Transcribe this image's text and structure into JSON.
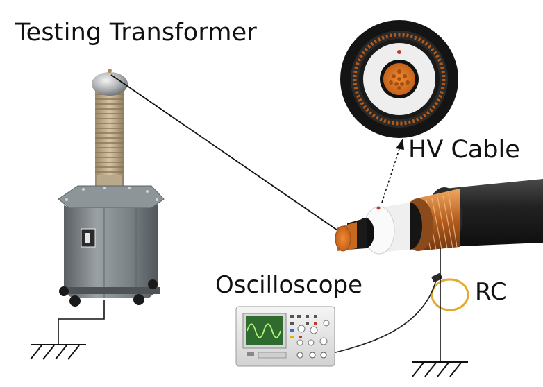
{
  "labels": {
    "transformer": "Testing Transformer",
    "hv_cable": "HV Cable",
    "oscilloscope": "Oscilloscope",
    "rc": "RC"
  },
  "colors": {
    "copper": "#d97a2b",
    "transformer_body": "#7b8286",
    "bushing": "#c2ad8c",
    "cable_jacket": "#1c1c1c",
    "insulation": "#f2f2f2",
    "rogowski_coil": "#e3a930",
    "wire": "#111111",
    "scope_screen": "#2f6b2f",
    "scope_trace": "#b6f27a"
  },
  "icons": [
    "ground-symbol",
    "rogowski-coil",
    "oscilloscope",
    "hv-cable-cross-section",
    "testing-transformer"
  ]
}
